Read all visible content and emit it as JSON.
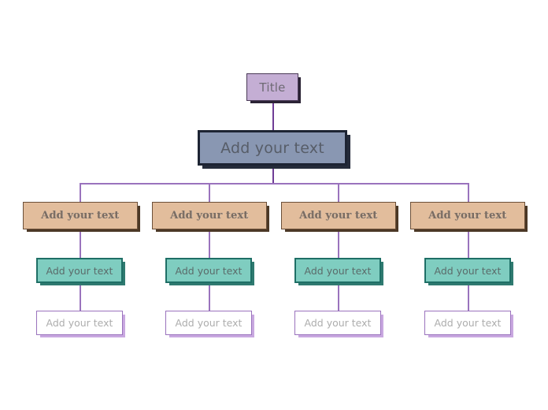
{
  "diagram": {
    "type": "organizational-chart",
    "background_color": "#ffffff",
    "connector_color": "#9a73bd",
    "root": {
      "label": "Title",
      "fill": "#c4aed4"
    },
    "main": {
      "label": "Add your text",
      "fill": "#8997b2"
    },
    "level_fills": {
      "tan": "#e2bd9c",
      "teal": "#7fcdc0",
      "white": "#ffffff"
    },
    "columns": [
      {
        "tan": "Add your text",
        "teal": "Add your text",
        "white": "Add your text"
      },
      {
        "tan": "Add your text",
        "teal": "Add your text",
        "white": "Add your text"
      },
      {
        "tan": "Add your text",
        "teal": "Add your text",
        "white": "Add your text"
      },
      {
        "tan": "Add your text",
        "teal": "Add your text",
        "white": "Add your text"
      }
    ]
  }
}
